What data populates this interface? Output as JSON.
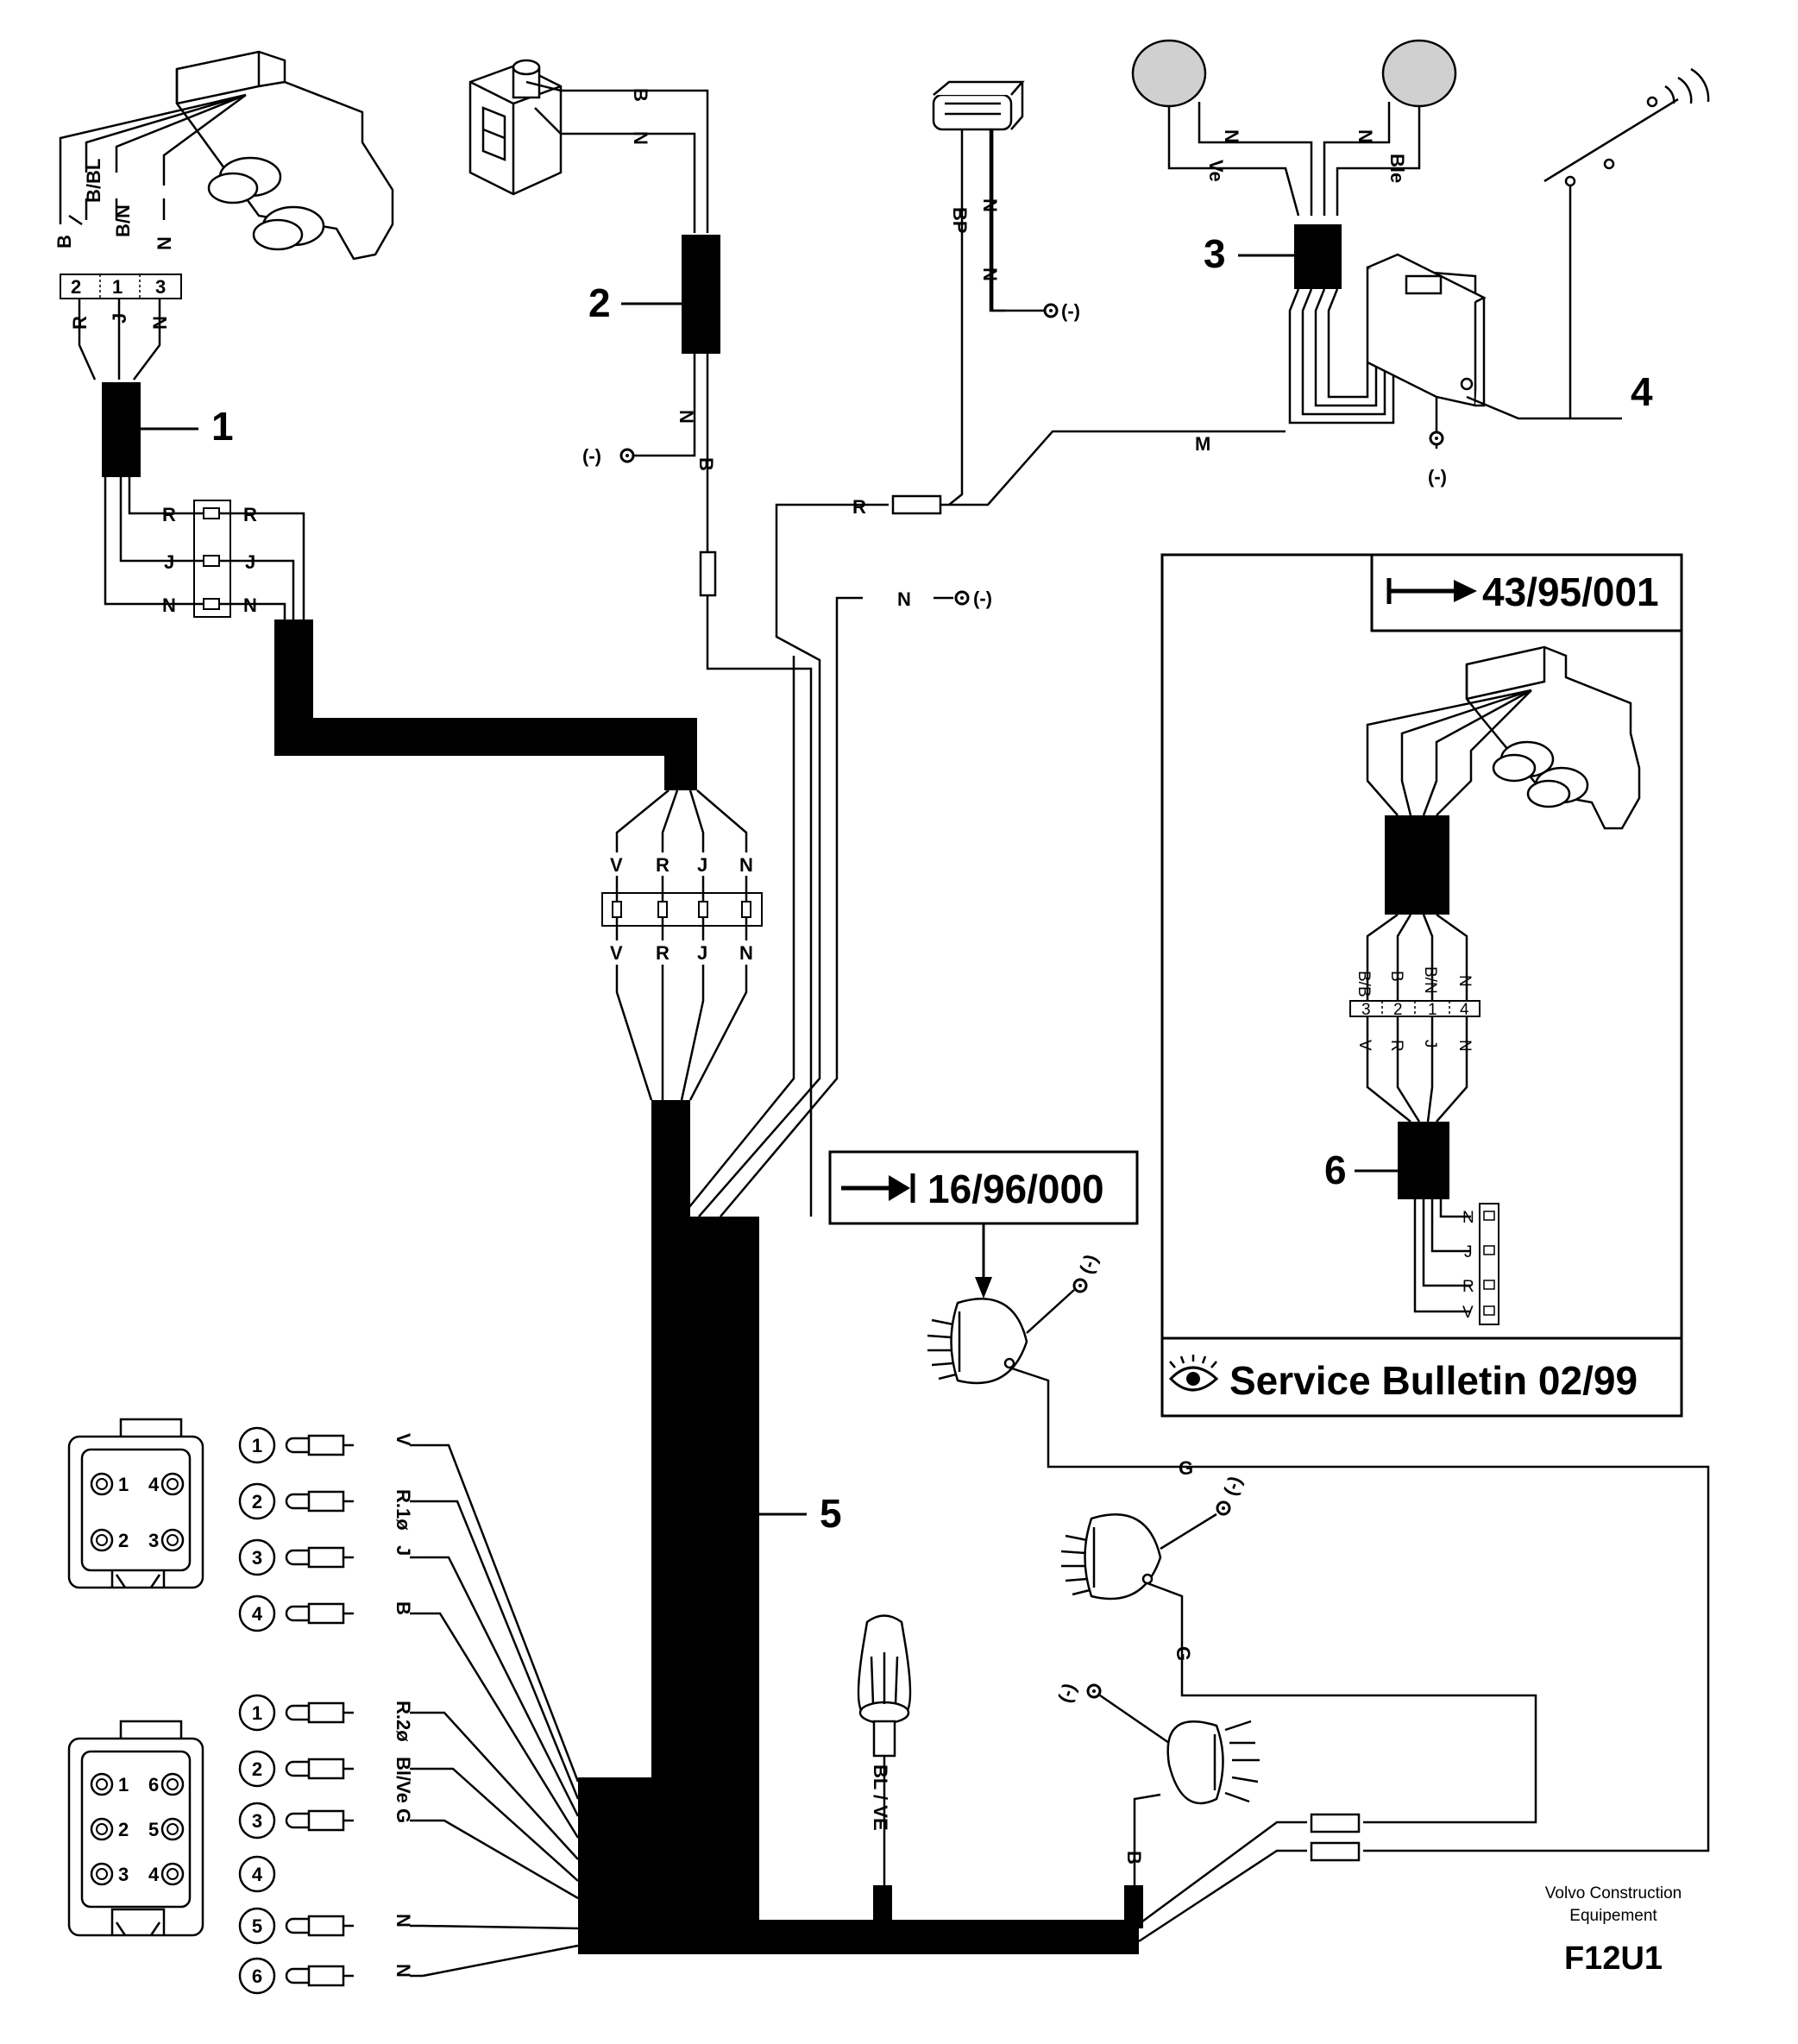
{
  "callouts": {
    "c1": "1",
    "c2": "2",
    "c3": "3",
    "c4": "4",
    "c5": "5",
    "c6": "6"
  },
  "wire_labels": {
    "sw_b": "B",
    "sw_bbl": "B/BL",
    "sw_bn": "B/N",
    "sw_n": "N",
    "sw_r": "R",
    "sw_j": "J",
    "sw_n2": "N",
    "conn1_pin2": "2",
    "conn1_pin1": "1",
    "conn1_pin3": "3",
    "h1_r": "R",
    "h1_j": "J",
    "h1_n": "N",
    "h1_r2": "R",
    "h1_j2": "J",
    "h1_n2": "N",
    "relay_b": "B",
    "relay_n": "N",
    "relay_n2": "N",
    "relay_b2": "B",
    "ground": "(-)",
    "lamp_bp": "BP",
    "lamp_n": "N",
    "lamp_n2": "N",
    "spk_n": "N",
    "spk_n2": "N",
    "spk_ve": "Ve",
    "spk_ble": "Ble",
    "m": "M",
    "r": "R",
    "n": "N",
    "mid_v": "V",
    "mid_r": "R",
    "mid_j": "J",
    "mid_n": "N",
    "mid_v2": "V",
    "mid_r2": "R",
    "mid_j2": "J",
    "mid_n2": "N",
    "g1": "G",
    "g2": "G",
    "blve": "BL / VE",
    "b_beacon": "B"
  },
  "connector4": {
    "pins": [
      {
        "num": "1",
        "wire": "V"
      },
      {
        "num": "2",
        "wire": "R.1ø"
      },
      {
        "num": "3",
        "wire": "J"
      },
      {
        "num": "4",
        "wire": "B"
      }
    ],
    "face": [
      "1",
      "4",
      "2",
      "3"
    ]
  },
  "connector6": {
    "pins": [
      {
        "num": "1",
        "wire": "R.2ø"
      },
      {
        "num": "2",
        "wire": "Bl/Ve"
      },
      {
        "num": "3",
        "wire": "G"
      },
      {
        "num": "4",
        "wire": ""
      },
      {
        "num": "5",
        "wire": "N"
      },
      {
        "num": "6",
        "wire": "N"
      }
    ],
    "face": [
      "1",
      "6",
      "2",
      "5",
      "3",
      "4"
    ]
  },
  "inset": {
    "ref": "43/95/001",
    "bulletin": "Service Bulletin 02/99",
    "wire_bb": "B/B",
    "wire_b": "B",
    "wire_bn": "B/N",
    "wire_n": "N",
    "pin3": "3",
    "pin2": "2",
    "pin1": "1",
    "pin4": "4",
    "wire_v": "V",
    "wire_r": "R",
    "wire_j": "J",
    "wire_n2": "N",
    "tb_n": "N",
    "tb_j": "J",
    "tb_r": "R",
    "tb_v": "V"
  },
  "ref_box": {
    "text": "16/96/000"
  },
  "footer": {
    "company_line1": "Volvo Construction",
    "company_line2": "Equipement",
    "figure_code": "F12U1"
  }
}
